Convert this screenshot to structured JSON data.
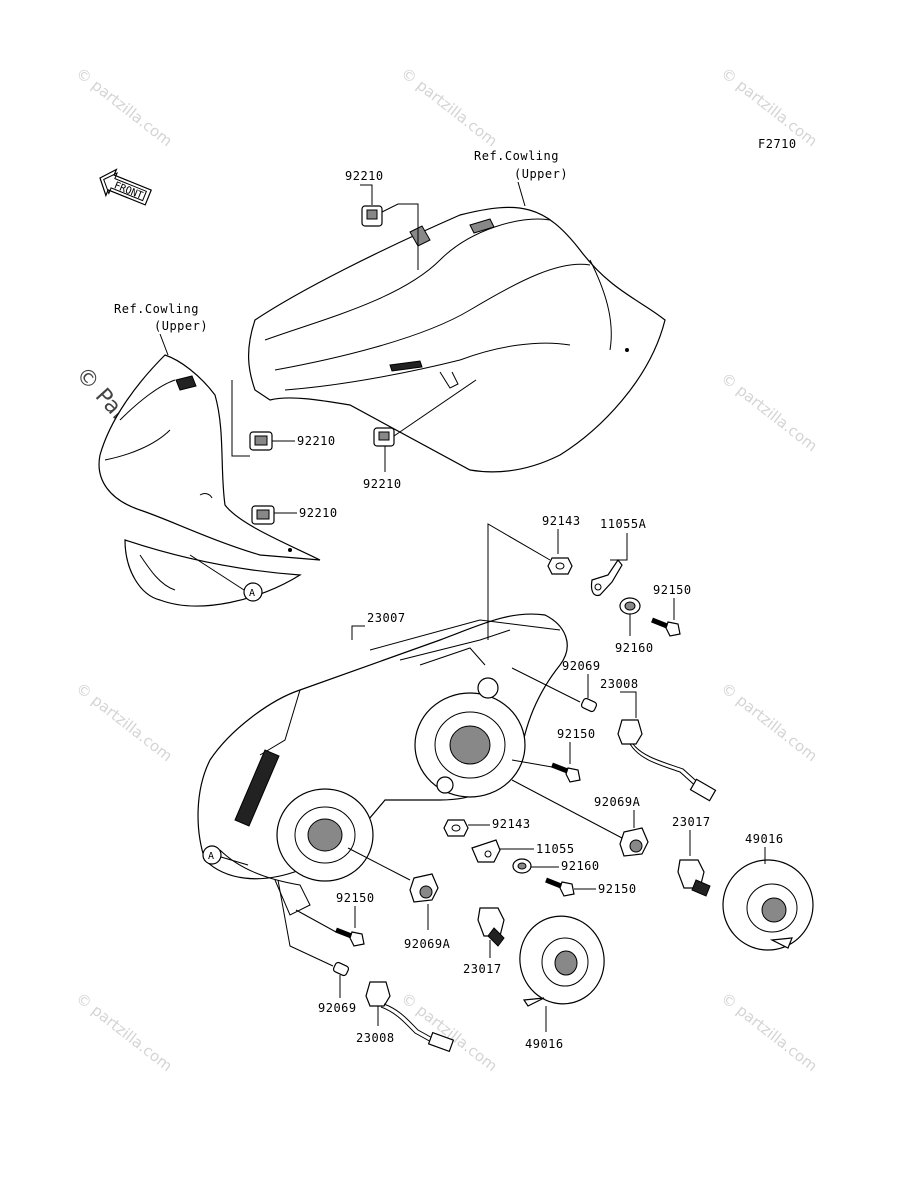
{
  "diagram_code": "F2710",
  "front_arrow_label": "FRONT",
  "ref_cowling_right": [
    "Ref.Cowling",
    "(Upper)"
  ],
  "ref_cowling_left": [
    "Ref.Cowling",
    "(Upper)"
  ],
  "callout_a": "A",
  "callout_a2": "A",
  "watermark": "© partzilla.com",
  "watermark_main": "© Partzilla.com",
  "labels": {
    "p92210_top": "92210",
    "p92210_mid": "92210",
    "p92210_center": "92210",
    "p92210_lower": "92210",
    "p92143_top": "92143",
    "p11055A": "11055A",
    "p92150_a": "92150",
    "p23007": "23007",
    "p92160_a": "92160",
    "p92069_a": "92069",
    "p23008_a": "23008",
    "p92150_b": "92150",
    "p92069A_a": "92069A",
    "p23017_a": "23017",
    "p49016_a": "49016",
    "p92143_b": "92143",
    "p11055": "11055",
    "p92160_b": "92160",
    "p92150_c": "92150",
    "p92150_d": "92150",
    "p92069A_b": "92069A",
    "p23017_b": "23017",
    "p49016_b": "49016",
    "p92069_b": "92069",
    "p23008_b": "23008"
  }
}
